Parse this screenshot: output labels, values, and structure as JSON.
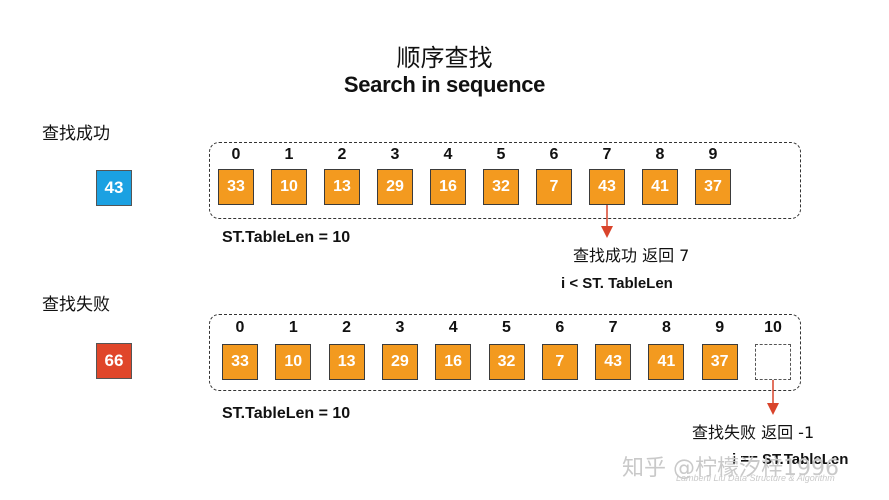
{
  "title_cn": "顺序查找",
  "title_en": "Search in sequence",
  "success": {
    "label": "查找成功",
    "key": "43",
    "key_color": "#1ba1e2",
    "indices": [
      "0",
      "1",
      "2",
      "3",
      "4",
      "5",
      "6",
      "7",
      "8",
      "9"
    ],
    "values": [
      "33",
      "10",
      "13",
      "29",
      "16",
      "32",
      "7",
      "43",
      "41",
      "37"
    ],
    "table_len": "ST.TableLen = 10",
    "result": "查找成功  返回 7",
    "condition": "i < ST. TableLen"
  },
  "failure": {
    "label": "查找失败",
    "key": "66",
    "key_color": "#e0462a",
    "indices": [
      "0",
      "1",
      "2",
      "3",
      "4",
      "5",
      "6",
      "7",
      "8",
      "9",
      "10"
    ],
    "values": [
      "33",
      "10",
      "13",
      "29",
      "16",
      "32",
      "7",
      "43",
      "41",
      "37",
      ""
    ],
    "table_len": "ST.TableLen = 10",
    "result": "查找失败  返回 -1",
    "condition": "i == ST.TableLen"
  },
  "cell_color": "#f39a1f",
  "arrow_color": "#d9442b",
  "watermark": "知乎 @柠檬汐梓1996",
  "watermark_sub": "Lamberti Liu  Data Structure & Algorithm"
}
